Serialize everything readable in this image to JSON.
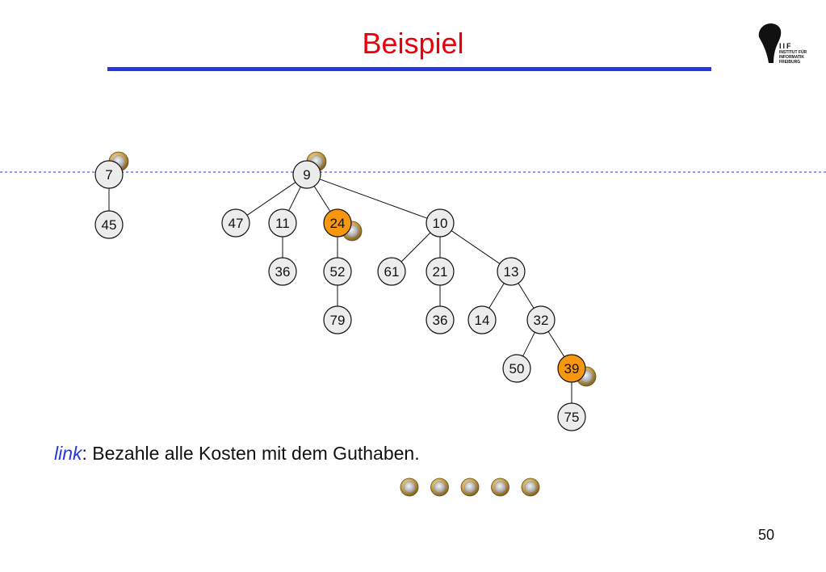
{
  "title": "Beispiel",
  "logo": {
    "mark": "IIF",
    "lines": [
      "INSTITUT FÜR",
      "INFORMATIK",
      "FREIBURG"
    ]
  },
  "colors": {
    "title": "#e8000c",
    "rule": "#2437e0",
    "node_fill": "#ececec",
    "node_highlight": "#f7960f",
    "coin": "#c9a14a"
  },
  "tree": {
    "nodes": [
      {
        "id": "n7",
        "label": "7",
        "highlight": false,
        "coin": true
      },
      {
        "id": "n45",
        "label": "45",
        "highlight": false,
        "coin": false
      },
      {
        "id": "n9",
        "label": "9",
        "highlight": false,
        "coin": true
      },
      {
        "id": "n47",
        "label": "47",
        "highlight": false,
        "coin": false
      },
      {
        "id": "n11",
        "label": "11",
        "highlight": false,
        "coin": false
      },
      {
        "id": "n24",
        "label": "24",
        "highlight": true,
        "coin": true
      },
      {
        "id": "n10",
        "label": "10",
        "highlight": false,
        "coin": false
      },
      {
        "id": "n36a",
        "label": "36",
        "highlight": false,
        "coin": false
      },
      {
        "id": "n52",
        "label": "52",
        "highlight": false,
        "coin": false
      },
      {
        "id": "n61",
        "label": "61",
        "highlight": false,
        "coin": false
      },
      {
        "id": "n21",
        "label": "21",
        "highlight": false,
        "coin": false
      },
      {
        "id": "n13",
        "label": "13",
        "highlight": false,
        "coin": false
      },
      {
        "id": "n79",
        "label": "79",
        "highlight": false,
        "coin": false
      },
      {
        "id": "n36b",
        "label": "36",
        "highlight": false,
        "coin": false
      },
      {
        "id": "n14",
        "label": "14",
        "highlight": false,
        "coin": false
      },
      {
        "id": "n32",
        "label": "32",
        "highlight": false,
        "coin": false
      },
      {
        "id": "n50",
        "label": "50",
        "highlight": false,
        "coin": false
      },
      {
        "id": "n39",
        "label": "39",
        "highlight": true,
        "coin": true
      },
      {
        "id": "n75",
        "label": "75",
        "highlight": false,
        "coin": false
      }
    ],
    "edges": [
      [
        "n7",
        "n45"
      ],
      [
        "n9",
        "n47"
      ],
      [
        "n9",
        "n11"
      ],
      [
        "n9",
        "n24"
      ],
      [
        "n9",
        "n10"
      ],
      [
        "n11",
        "n36a"
      ],
      [
        "n24",
        "n52"
      ],
      [
        "n52",
        "n79"
      ],
      [
        "n10",
        "n61"
      ],
      [
        "n10",
        "n21"
      ],
      [
        "n10",
        "n13"
      ],
      [
        "n21",
        "n36b"
      ],
      [
        "n13",
        "n14"
      ],
      [
        "n13",
        "n32"
      ],
      [
        "n32",
        "n50"
      ],
      [
        "n32",
        "n39"
      ],
      [
        "n39",
        "n75"
      ]
    ],
    "root_list": [
      "n7",
      "n9"
    ]
  },
  "caption": {
    "keyword": "link",
    "text": ": Bezahle alle Kosten mit dem Guthaben."
  },
  "credit_coins": 5,
  "page_number": "50"
}
